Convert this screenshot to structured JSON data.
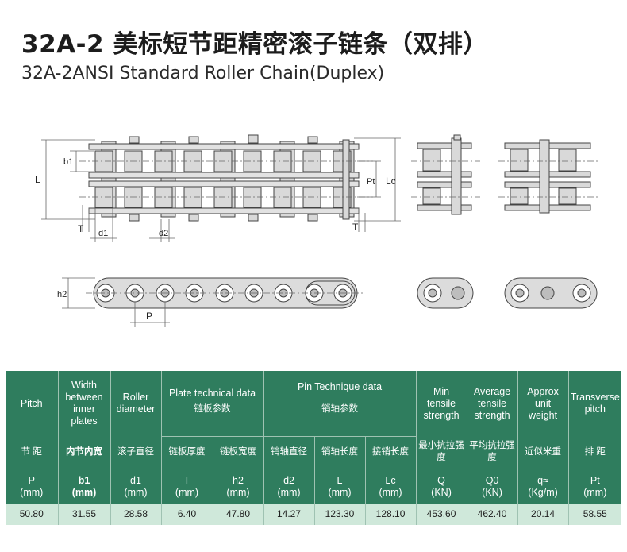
{
  "title": {
    "zh": "32A-2 美标短节距精密滚子链条（双排）",
    "en": "32A-2ANSI Standard Roller Chain(Duplex)"
  },
  "drawing_labels": {
    "L": "L",
    "b1": "b1",
    "T_left": "T",
    "d1": "d1",
    "d2": "d2",
    "Pt": "Pt",
    "Lc": "Lc",
    "T_right": "T",
    "h2": "h2",
    "P": "P"
  },
  "table": {
    "columns": [
      {
        "en": "Pitch",
        "zh": "节 距",
        "symbol": "P",
        "unit": "(mm)",
        "value": "50.80"
      },
      {
        "en": "Width between inner plates",
        "zh": "内节内宽",
        "symbol": "b1",
        "unit": "(mm)",
        "value": "31.55"
      },
      {
        "en": "Roller diameter",
        "zh": "滚子直径",
        "symbol": "d1",
        "unit": "(mm)",
        "value": "28.58"
      },
      {
        "zh": "链板厚度",
        "symbol": "T",
        "unit": "(mm)",
        "value": "6.40"
      },
      {
        "zh": "链板宽度",
        "symbol": "h2",
        "unit": "(mm)",
        "value": "47.80"
      },
      {
        "zh": "销轴直径",
        "symbol": "d2",
        "unit": "(mm)",
        "value": "14.27"
      },
      {
        "zh": "销轴长度",
        "symbol": "L",
        "unit": "(mm)",
        "value": "123.30"
      },
      {
        "zh": "接销长度",
        "symbol": "Lc",
        "unit": "(mm)",
        "value": "128.10"
      },
      {
        "en": "Min tensile strength",
        "zh": "最小抗拉强度",
        "symbol": "Q",
        "unit": "(KN)",
        "value": "453.60"
      },
      {
        "en": "Average tensile strength",
        "zh": "平均抗拉强度",
        "symbol": "Q0",
        "unit": "(KN)",
        "value": "462.40"
      },
      {
        "en": "Approx unit weight",
        "zh": "近似米重",
        "symbol": "q≈",
        "unit": "(Kg/m)",
        "value": "20.14"
      },
      {
        "en": "Transverse pitch",
        "zh": "排 距",
        "symbol": "Pt",
        "unit": "(mm)",
        "value": "58.55"
      }
    ],
    "groups": {
      "plate": {
        "en": "Plate technical data",
        "zh": "链板参数"
      },
      "pin": {
        "en": "Pin Technique data",
        "zh": "销轴参数"
      }
    }
  },
  "colors": {
    "header_bg": "#2f7d5e",
    "data_bg": "#cfe8da",
    "part_fill": "#d9d9d9",
    "line": "#444444"
  }
}
